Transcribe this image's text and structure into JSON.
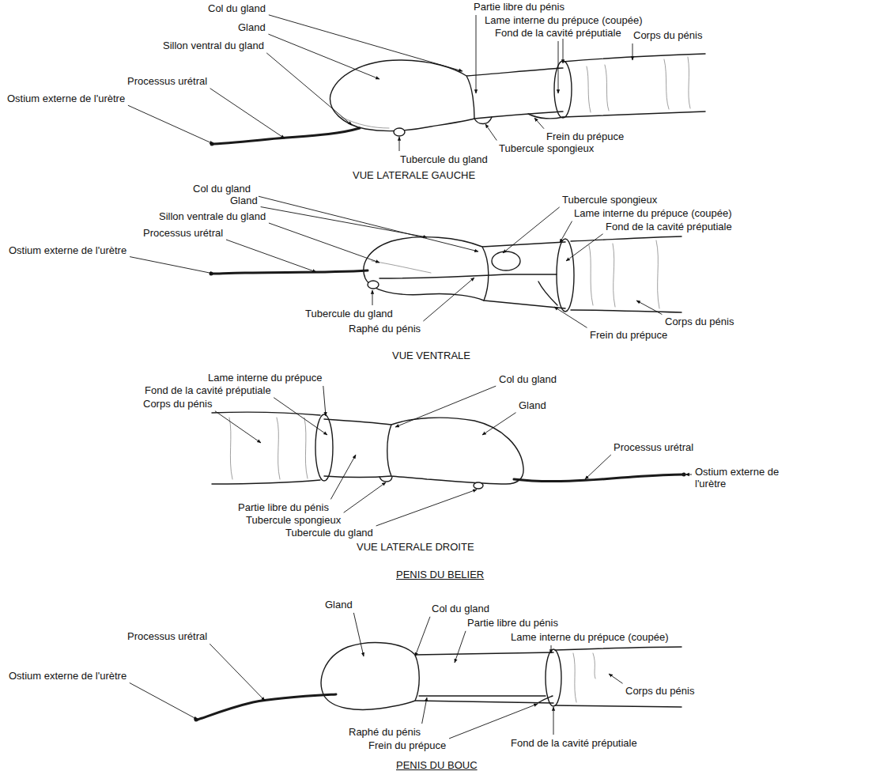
{
  "diagram": {
    "labels": [
      "Col du gland",
      "Partie libre du pénis",
      "Lame interne du prépuce (coupée)",
      "Gland",
      "Fond de la cavité préputiale",
      "Corps du pénis",
      "Sillon ventral du gland",
      "Processus urétral",
      "Ostium externe de l'urètre",
      "Frein du prépuce",
      "Tubercule spongieux",
      "Tubercule du gland",
      "VUE LATERALE GAUCHE",
      "Col du gland",
      "Gland",
      "Sillon ventrale du gland",
      "Tubercule spongieux",
      "Lame interne du prépuce (coupée)",
      "Fond de la cavité préputiale",
      "Processus urétral",
      "Ostium externe de l'urètre",
      "Tubercule du gland",
      "Corps du pénis",
      "Raphé du pénis",
      "Frein du prépuce",
      "VUE VENTRALE",
      "Lame interne du prépuce",
      "Fond de la cavité préputiale",
      "Corps du pénis",
      "Col du gland",
      "Gland",
      "Processus urétral",
      "Ostium externe de l'urètre",
      "Partie libre du pénis",
      "Tubercule spongieux",
      "Tubercule du gland",
      "VUE LATERALE DROITE",
      "PENIS DU BELIER",
      "Gland",
      "Col du gland",
      "Partie libre du pénis",
      "Processus urétral",
      "Lame interne du prépuce (coupée)",
      "Ostium externe de l'urètre",
      "Corps du pénis",
      "Raphé du pénis",
      "Frein du prépuce",
      "Fond de la cavité préputiale",
      "PENIS DU BOUC"
    ]
  }
}
